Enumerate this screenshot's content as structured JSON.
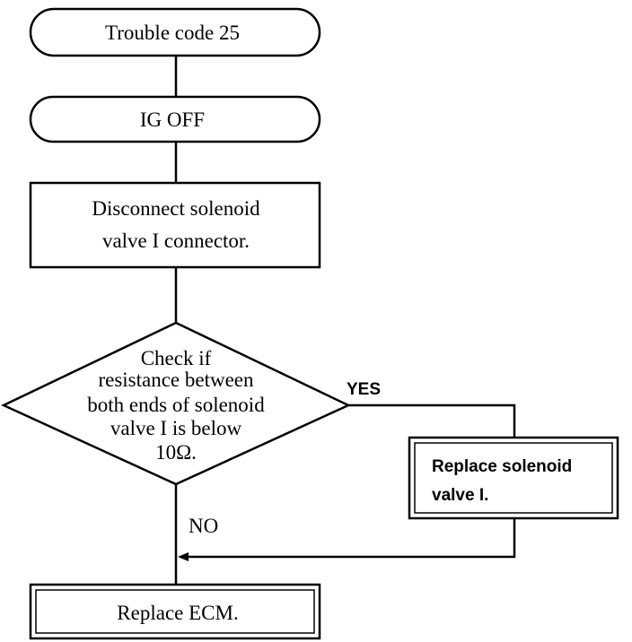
{
  "flowchart": {
    "start": {
      "label": "Trouble code 25"
    },
    "ig_off": {
      "label": "IG OFF"
    },
    "disconnect": {
      "line1": "Disconnect solenoid",
      "line2": "valve I connector."
    },
    "check": {
      "line1": "Check if",
      "line2": "resistance between",
      "line3": "both ends of solenoid",
      "line4": "valve I is below",
      "line5": "10Ω."
    },
    "yes_label": "YES",
    "no_label": "NO",
    "replace_solenoid": {
      "line1": "Replace solenoid",
      "line2": "valve I."
    },
    "replace_ecm": {
      "label": "Replace ECM."
    }
  }
}
